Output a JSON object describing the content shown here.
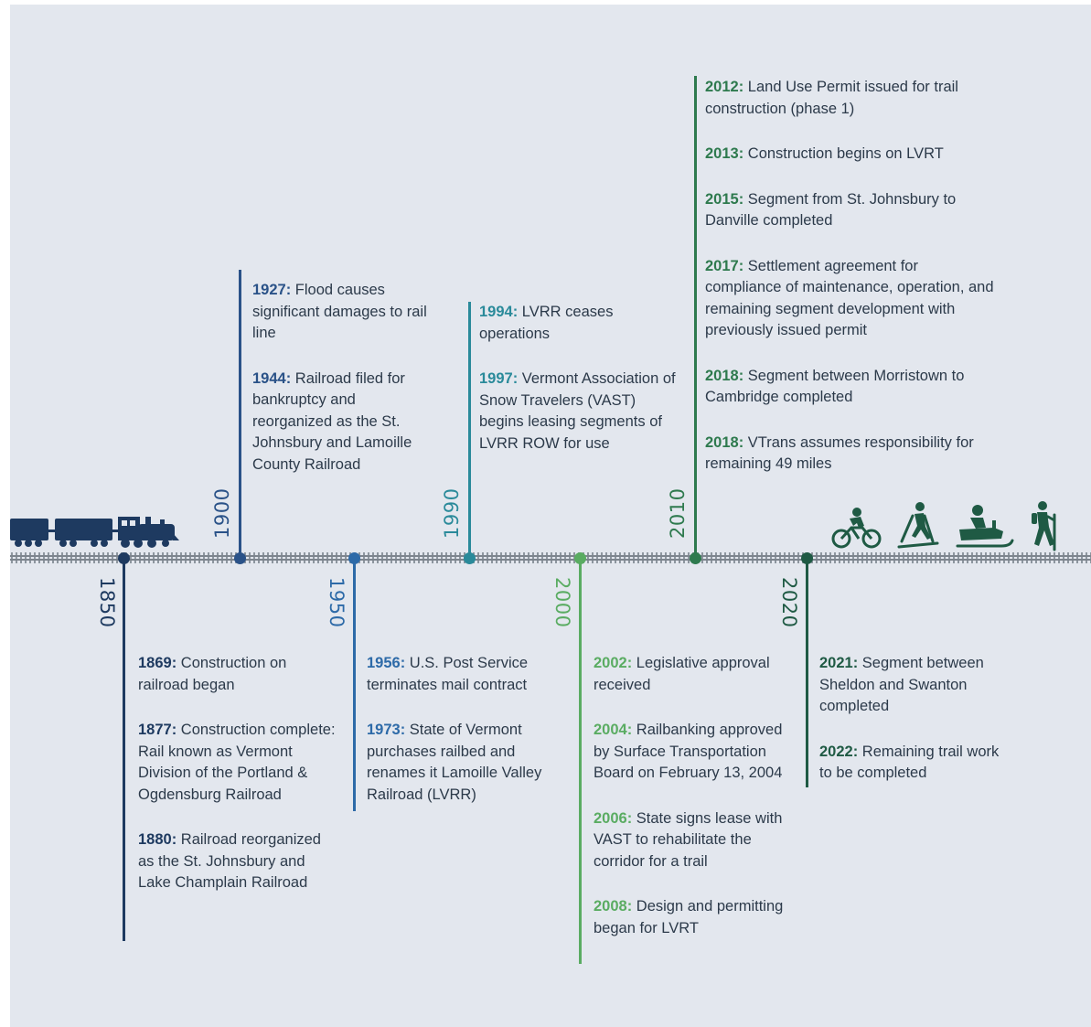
{
  "colors": {
    "navy": "#1e3a60",
    "blue": "#2d6aa8",
    "teal": "#2a8a9a",
    "green": "#5aac62",
    "darkgreen": "#2e7a4e",
    "forest": "#1f5a44",
    "text": "#2c3a4a",
    "background": "#e3e7ee"
  },
  "decades": {
    "d1850": "1850",
    "d1900": "1900",
    "d1950": "1950",
    "d1990": "1990",
    "d2000": "2000",
    "d2010": "2010",
    "d2020": "2020"
  },
  "groups": {
    "g1850": [
      {
        "year": "1869:",
        "text": " Construction on railroad began"
      },
      {
        "year": "1877:",
        "text": " Construction complete: Rail known as Vermont Division of the Portland & Ogdensburg Railroad"
      },
      {
        "year": "1880:",
        "text": " Railroad reorganized as the St. Johnsbury and Lake Champlain Railroad"
      }
    ],
    "g1900": [
      {
        "year": "1927:",
        "text": " Flood causes significant damages to rail line"
      },
      {
        "year": "1944:",
        "text": " Railroad filed for bankruptcy and reorganized as the St. Johnsbury and Lamoille County Railroad"
      }
    ],
    "g1950": [
      {
        "year": "1956:",
        "text": " U.S. Post Service terminates mail contract"
      },
      {
        "year": "1973:",
        "text": " State of Vermont purchases railbed and renames it Lamoille Valley Railroad (LVRR)"
      }
    ],
    "g1990": [
      {
        "year": "1994:",
        "text": " LVRR ceases operations"
      },
      {
        "year": "1997:",
        "text": " Vermont Association of Snow Travelers (VAST) begins leasing segments of LVRR ROW for use"
      }
    ],
    "g2000": [
      {
        "year": "2002:",
        "text": " Legislative approval received"
      },
      {
        "year": "2004:",
        "text": " Railbanking approved by Surface Transportation Board on February 13, 2004"
      },
      {
        "year": "2006:",
        "text": " State signs lease with VAST to rehabilitate the corridor for a trail"
      },
      {
        "year": "2008:",
        "text": " Design and permitting began for LVRT"
      }
    ],
    "g2010": [
      {
        "year": "2012:",
        "text": " Land Use Permit issued for trail construction (phase 1)"
      },
      {
        "year": "2013:",
        "text": " Construction begins on LVRT"
      },
      {
        "year": "2015:",
        "text": " Segment from St. Johnsbury to Danville completed"
      },
      {
        "year": "2017:",
        "text": " Settlement agreement for compliance of maintenance, operation, and remaining segment development with previously issued permit"
      },
      {
        "year": "2018:",
        "text": "  Segment between Morristown to Cambridge completed"
      },
      {
        "year": "2018:",
        "text": " VTrans assumes responsibility for remaining 49 miles"
      }
    ],
    "g2020": [
      {
        "year": "2021:",
        "text": " Segment between Sheldon and Swanton completed"
      },
      {
        "year": "2022:",
        "text": " Remaining trail work to be completed"
      }
    ]
  },
  "icons": [
    "train-icon",
    "bicycle-icon",
    "cross-country-ski-icon",
    "snowmobile-icon",
    "hiker-icon"
  ]
}
